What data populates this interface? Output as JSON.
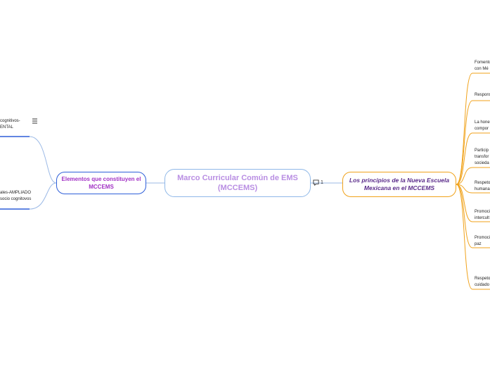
{
  "central": {
    "label": "Marco Curricular Común de EMS (MCCEMS)"
  },
  "comment_count": "1",
  "left_main": {
    "label": "Elementos que constituyen el MCCEMS"
  },
  "right_main": {
    "label": "Los principios de la Nueva Escuela Mexicana en el MCCEMS"
  },
  "left_children": [
    {
      "line1": "cognitivos-",
      "line2": "ENTAL"
    },
    {
      "line1": "ales-AMPLIADO",
      "line2": "socio cognitovos"
    }
  ],
  "right_children": [
    {
      "line1": "Fomento",
      "line2": "con Mé"
    },
    {
      "line1": "Respons",
      "line2": ""
    },
    {
      "line1": "La hone",
      "line2": "compor"
    },
    {
      "line1": "Particip",
      "line2": "transfor",
      "line3": "socieda"
    },
    {
      "line1": "Respeto",
      "line2": "humana"
    },
    {
      "line1": "Promoci",
      "line2": "intercult"
    },
    {
      "line1": "Promoci",
      "line2": "paz"
    },
    {
      "line1": "Respeto",
      "line2": "cuidado"
    }
  ],
  "colors": {
    "central_border": "#8fb8e8",
    "central_text": "#b98ee3",
    "left_branch": "#2e5fd9",
    "left_text": "#a232c5",
    "right_branch": "#f0a21a",
    "right_text": "#5a2b8a"
  },
  "icons": {
    "comment": "comment-icon",
    "notes": "notes-icon"
  }
}
